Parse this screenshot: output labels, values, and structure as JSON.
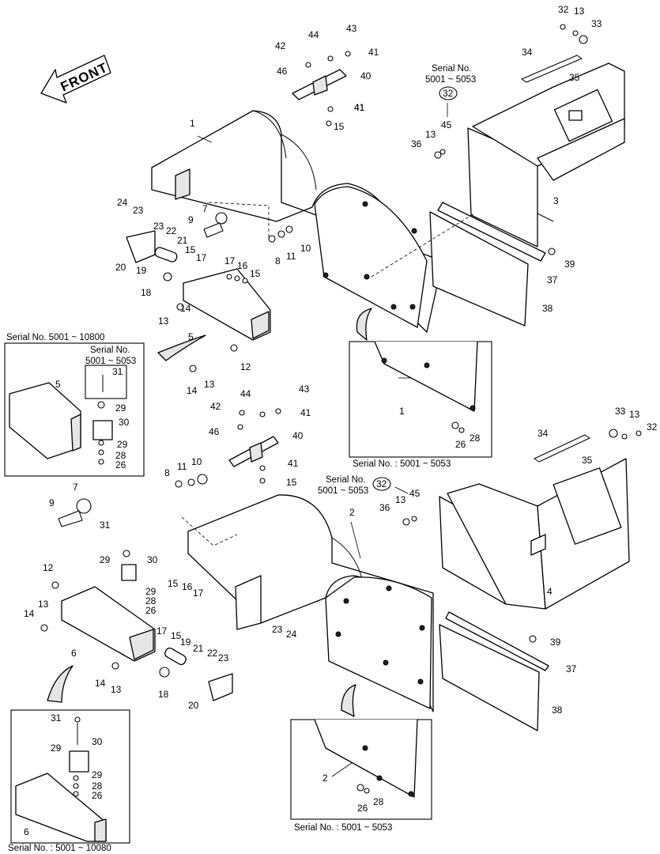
{
  "front_label": "FRONT",
  "captions": {
    "serial_top_left": "Serial No. 5001 ~ 10800",
    "serial_top_small_line1": "Serial No.",
    "serial_top_small_line2": "5001 ~ 5053",
    "serial_top_right_line1": "Serial No.",
    "serial_top_right_line2": "5001 ~ 5053",
    "serial_mid_right": "Serial No. : 5001 ~ 5053",
    "serial_mid_center_line1": "Serial No.",
    "serial_mid_center_line2": "5001 ~ 5053",
    "serial_bottom_left": "Serial No. : 5001 ~ 10080",
    "serial_bottom_right": "Serial No. : 5001 ~ 5053"
  },
  "callouts": {
    "circled_32_top": "32",
    "circled_32_mid": "32"
  },
  "labels": [
    "1",
    "2",
    "3",
    "4",
    "5",
    "6",
    "7",
    "8",
    "9",
    "10",
    "11",
    "12",
    "13",
    "14",
    "15",
    "16",
    "17",
    "18",
    "19",
    "20",
    "21",
    "22",
    "23",
    "24",
    "26",
    "28",
    "29",
    "30",
    "31",
    "32",
    "33",
    "34",
    "35",
    "36",
    "37",
    "38",
    "39",
    "40",
    "41",
    "42",
    "43",
    "44",
    "45",
    "46"
  ],
  "colors": {
    "line": "#000000",
    "background": "#ffffff",
    "shade": "#e6e6e6"
  }
}
